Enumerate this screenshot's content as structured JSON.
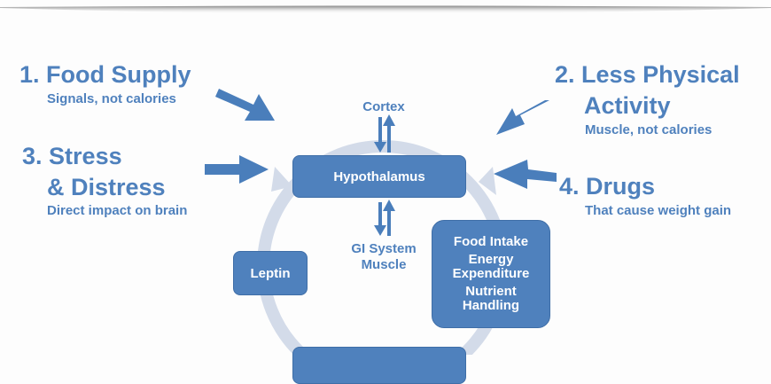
{
  "factors": [
    {
      "number": "1.",
      "title": "Food Supply",
      "subtitle": "Signals, not calories"
    },
    {
      "number": "2.",
      "title_line1": "Less Physical",
      "title_line2": "Activity",
      "subtitle": "Muscle, not calories"
    },
    {
      "number": "3.",
      "title_line1": "Stress",
      "title_line2": "& Distress",
      "subtitle": "Direct impact on brain"
    },
    {
      "number": "4.",
      "title": "Drugs",
      "subtitle": "That cause weight gain"
    }
  ],
  "cycle": {
    "top_node": "Hypothalamus",
    "left_node": "Leptin",
    "right_node_lines": [
      "Food Intake",
      "Energy",
      "Expenditure",
      "Nutrient",
      "Handling"
    ],
    "bottom_node": ""
  },
  "connectors": {
    "above": "Cortex",
    "below_line1": "GI System",
    "below_line2": "Muscle"
  },
  "colors": {
    "accent": "#4f81bd",
    "cycle_ring": "#d3dbe9",
    "box_text": "#ffffff"
  }
}
